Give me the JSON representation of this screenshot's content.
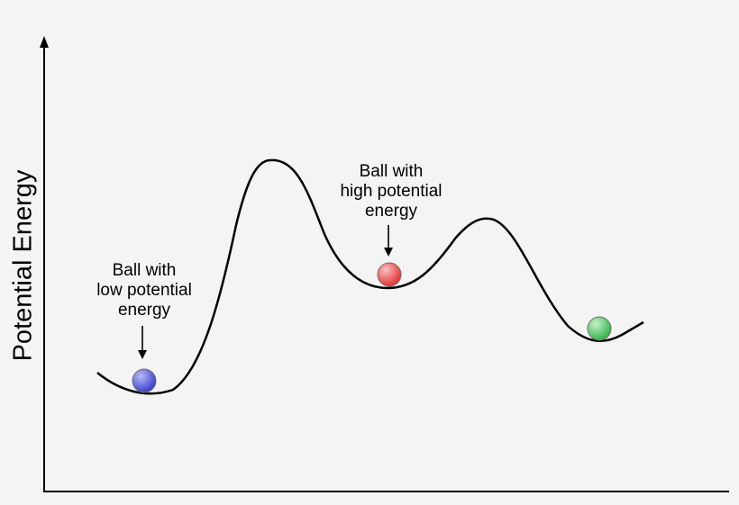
{
  "y_axis_label": "Potential Energy",
  "annotations": [
    {
      "id": "low",
      "lines": [
        "Ball with",
        "low potential",
        "energy"
      ]
    },
    {
      "id": "high",
      "lines": [
        "Ball with",
        "high potential",
        "energy"
      ]
    }
  ],
  "balls": [
    {
      "id": "blue",
      "color": "#3a3fcf",
      "highlight": "#b9bcf5"
    },
    {
      "id": "red",
      "color": "#e43535",
      "highlight": "#f8c0c0"
    },
    {
      "id": "green",
      "color": "#38b54a",
      "highlight": "#c4f1c9"
    }
  ]
}
